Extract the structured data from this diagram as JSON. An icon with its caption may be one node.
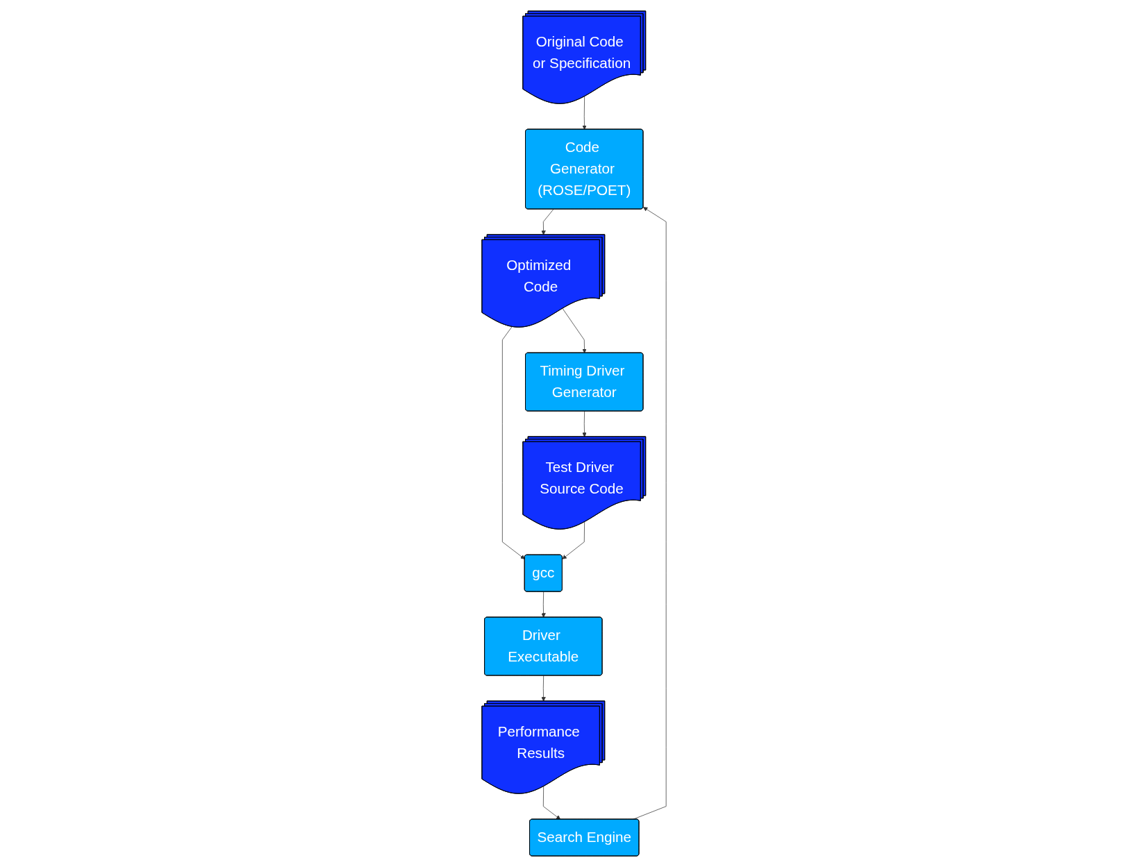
{
  "diagram": {
    "nodes": [
      {
        "text": [
          "Original Code or Specification"
        ]
      },
      {
        "text": [
          "Code Generator (ROSE/POET)"
        ]
      },
      {
        "text": [
          "Optimized Code"
        ]
      },
      {
        "text": [
          "Timing Driver Generator"
        ]
      },
      {
        "text": [
          "Test Driver Source Code"
        ]
      },
      {
        "text": [
          "gcc"
        ]
      },
      {
        "text": [
          "Driver Executable"
        ]
      },
      {
        "text": [
          "Performance Results"
        ]
      },
      {
        "text": [
          "Search Engine"
        ]
      }
    ],
    "edges": [
      {
        "from": 0,
        "to": 1,
        "arrow": "to"
      },
      {
        "from": 8,
        "to": 1,
        "arrow": "to"
      },
      {
        "from": 1,
        "to": 2,
        "arrow": "to"
      },
      {
        "from": 2,
        "to": 5,
        "arrow": "to"
      },
      {
        "from": 2,
        "to": 3,
        "arrow": "to"
      },
      {
        "from": 3,
        "to": 4,
        "arrow": "to"
      },
      {
        "from": 4,
        "to": 5,
        "arrow": "to"
      },
      {
        "from": 5,
        "to": 6,
        "arrow": "to"
      },
      {
        "from": 6,
        "to": 7,
        "arrow": "to"
      },
      {
        "from": 7,
        "to": 8,
        "arrow": "to"
      }
    ]
  }
}
